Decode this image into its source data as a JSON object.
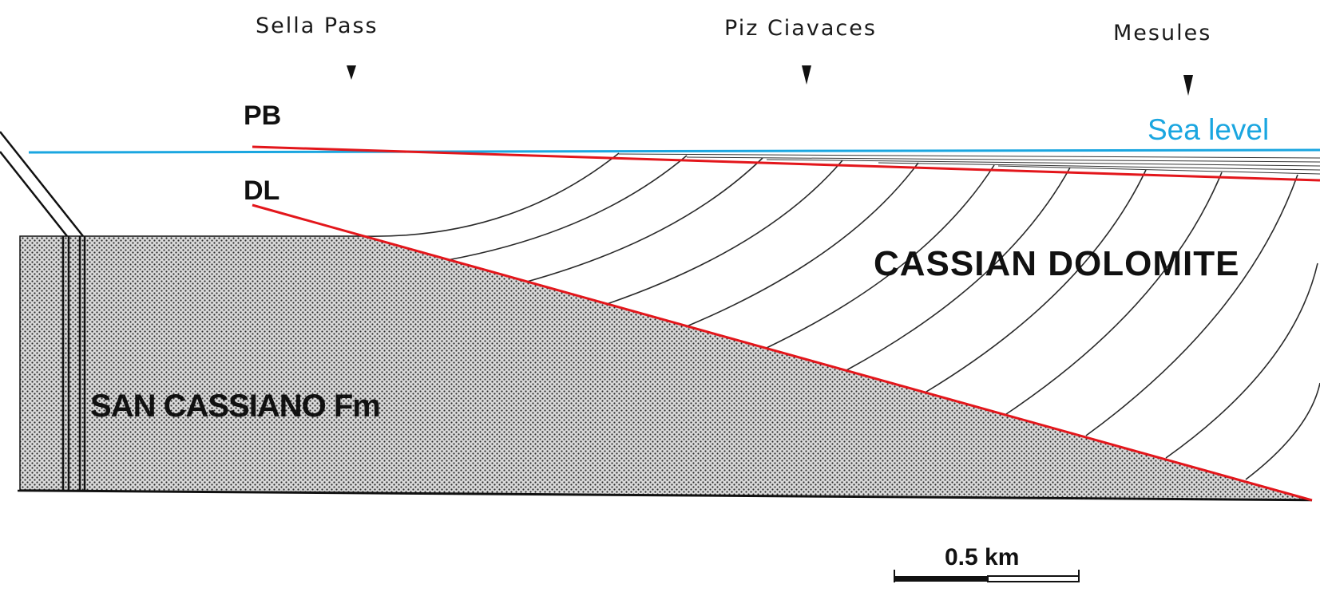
{
  "locations": [
    {
      "name": "Sella Pass"
    },
    {
      "name": "Piz Ciavaces"
    },
    {
      "name": "Mesules"
    }
  ],
  "boundaries": {
    "upper": "PB",
    "lower": "DL"
  },
  "units": {
    "basin": "SAN CASSIANO Fm",
    "platform": "CASSIAN DOLOMITE"
  },
  "sea_level_label": "Sea level",
  "scale_bar_label": "0.5 km",
  "colors": {
    "sea_level_line": "#1aa6e0",
    "boundary_lines": "#e3161b",
    "ink": "#111111",
    "stipple_fill": "#d6d6d6"
  },
  "icons": {
    "location_marker": "down-triangle-icon"
  }
}
